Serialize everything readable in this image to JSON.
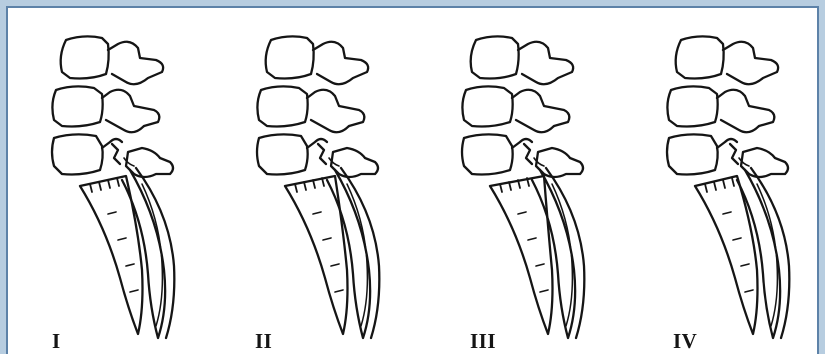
{
  "figure": {
    "panels": [
      {
        "label": "I"
      },
      {
        "label": "II"
      },
      {
        "label": "III"
      },
      {
        "label": "IV"
      }
    ],
    "colors": {
      "outer_background": "#b7cde0",
      "frame_border": "#5d82a8",
      "ink": "#151515",
      "paper": "#ffffff"
    }
  }
}
